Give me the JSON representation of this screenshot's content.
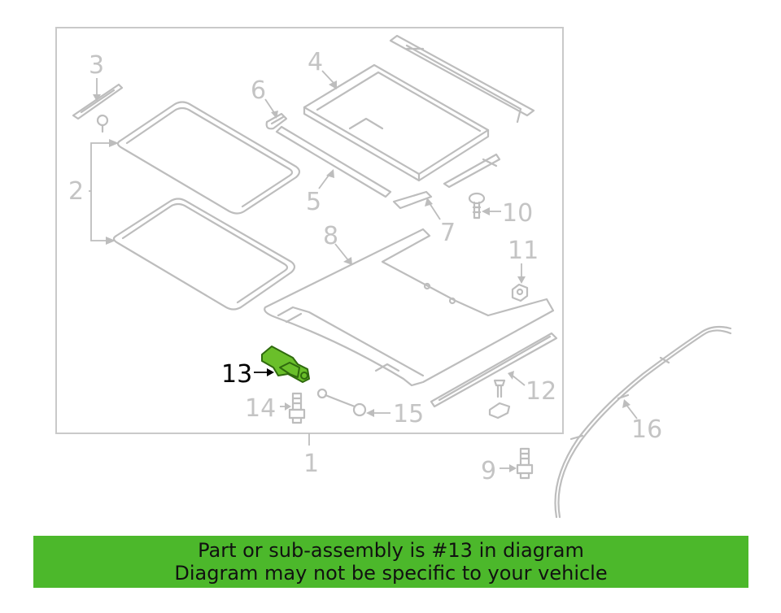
{
  "diagram": {
    "callouts": {
      "c1": "1",
      "c2": "2",
      "c3": "3",
      "c4": "4",
      "c5": "5",
      "c6": "6",
      "c7": "7",
      "c8": "8",
      "c9": "9",
      "c10": "10",
      "c11": "11",
      "c12": "12",
      "c13": "13",
      "c14": "14",
      "c15": "15",
      "c16": "16"
    },
    "highlighted_part": "13"
  },
  "banner": {
    "line1": "Part or sub-assembly is #13 in diagram",
    "line2": "Diagram may not be specific to your vehicle",
    "background": "#4cb82b"
  },
  "colors": {
    "linework": "#bdbdbd",
    "highlight_part": "#6abf2a",
    "highlight_label": "#000000"
  }
}
